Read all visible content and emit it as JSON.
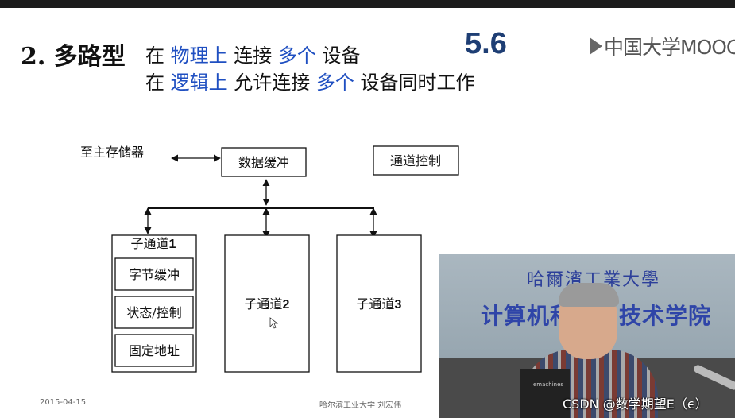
{
  "slide": {
    "heading": "2. 多路型",
    "line1": {
      "p1": "在 ",
      "h1": "物理上",
      "p2": " 连接 ",
      "h2": "多个",
      "p3": " 设备"
    },
    "line2": {
      "p1": "在 ",
      "h1": "逻辑上",
      "p2": " 允许连接 ",
      "h2": "多个",
      "p3": " 设备同时工作"
    },
    "section_number": "5.6",
    "logo_text": "中国大学MOOC",
    "footer_date": "2015-04-15",
    "footer_institution": "哈尔滨工业大学 刘宏伟"
  },
  "diagram": {
    "to_main_memory": "至主存储器",
    "data_buffer": "数据缓冲",
    "channel_control": "通道控制",
    "subchannel1": {
      "name": "子通道",
      "num": "1",
      "items": [
        "字节缓冲",
        "状态/控制",
        "固定地址"
      ]
    },
    "subchannel2": {
      "name": "子通道",
      "num": "2"
    },
    "subchannel3": {
      "name": "子通道",
      "num": "3"
    }
  },
  "video": {
    "banner_line1": "哈爾濱工業大學",
    "banner_line2": "计算机科学与技术学院",
    "laptop_brand": "emachines"
  },
  "watermark": "CSDN @数学期望E（ϵ）",
  "colors": {
    "highlight": "#1f4fc1",
    "section_number": "#1e3e74",
    "line": "#111111"
  }
}
